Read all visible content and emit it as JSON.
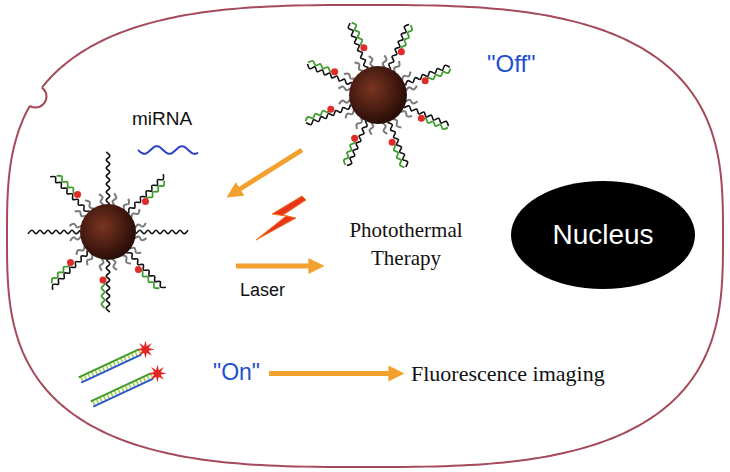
{
  "diagram": {
    "nodes": [
      {
        "text": [
          "Photothermal Therapy"
        ]
      },
      {
        "text": [
          "Nucleus"
        ]
      },
      {
        "text": [
          "\"On\""
        ]
      },
      {
        "text": [
          "Fluorescence imaging"
        ]
      }
    ],
    "edges": [
      {
        "from": 2,
        "to": 3,
        "arrow": "to"
      }
    ],
    "labels": [
      "miRNA",
      "\"Off\"",
      "Laser"
    ]
  }
}
